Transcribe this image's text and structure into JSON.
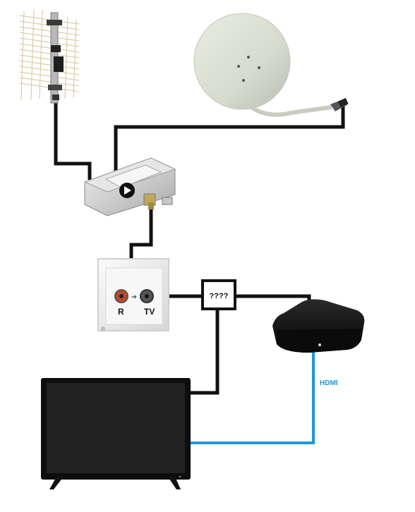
{
  "labels": {
    "unknown_box": "????",
    "hdmi": "HDMI",
    "socket_r": "R",
    "socket_tv": "TV"
  },
  "colors": {
    "coax_cable": "#111111",
    "hdmi_cable": "#1a9ad9",
    "hdmi_text": "#1a9ad9"
  },
  "icons": {
    "antenna": "terrestrial-antenna-icon",
    "dish": "satellite-dish-icon",
    "combiner": "diplexer-icon",
    "socket": "wall-socket-icon",
    "receiver": "set-top-box-icon",
    "tv": "television-icon"
  }
}
